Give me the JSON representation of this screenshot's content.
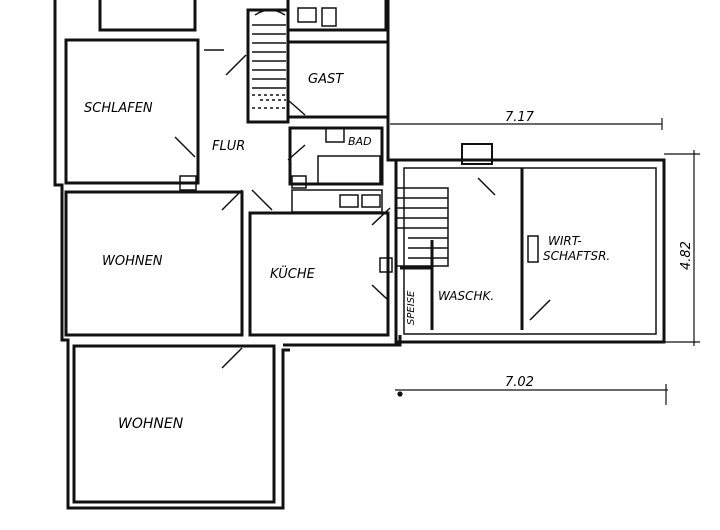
{
  "rooms": {
    "schlafen": "SCHLAFEN",
    "gast": "GAST",
    "bad": "BAD",
    "flur": "FLUR",
    "wohnen_upper": "WOHNEN",
    "kueche": "KÜCHE",
    "wohnen_lower": "WOHNEN",
    "wirtschaftsr_line1": "WIRT-",
    "wirtschaftsr_line2": "SCHAFTSR.",
    "waschk": "WASCHK.",
    "speise": "SPEISE"
  },
  "dimensions": {
    "top_width": "7.17",
    "right_height": "4.82",
    "bottom_width": "7.02"
  },
  "colors": {
    "ink": "#111111",
    "paper": "#ffffff"
  }
}
